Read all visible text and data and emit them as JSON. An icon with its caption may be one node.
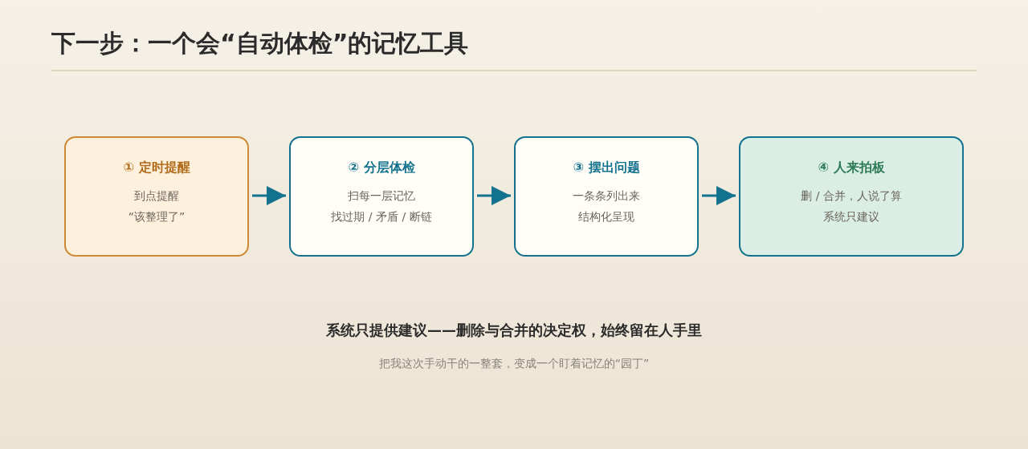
{
  "diagram": {
    "title": "下一步：一个会“自动体检”的记忆工具",
    "nodes": [
      {
        "text": [
          "① 定时提醒",
          "到点提醒",
          "“该整理了”"
        ]
      },
      {
        "text": [
          "② 分层体检",
          "扫每一层记忆",
          "找过期 / 矛盾 / 断链"
        ]
      },
      {
        "text": [
          "③ 摆出问题",
          "一条条列出来",
          "结构化呈现"
        ]
      },
      {
        "text": [
          "④ 人来拍板",
          "删 / 合并，人说了算",
          "系统只建议"
        ]
      }
    ],
    "edges": [
      {
        "from": 0,
        "to": 1,
        "arrow": "to"
      },
      {
        "from": 1,
        "to": 2,
        "arrow": "to"
      },
      {
        "from": 2,
        "to": 3,
        "arrow": "to"
      }
    ],
    "labels": [
      "系统只提供建议——删除与合并的决定权，始终留在人手里",
      "把我这次手动干的一整套，变成一个盯着记忆的“园丁”"
    ]
  }
}
